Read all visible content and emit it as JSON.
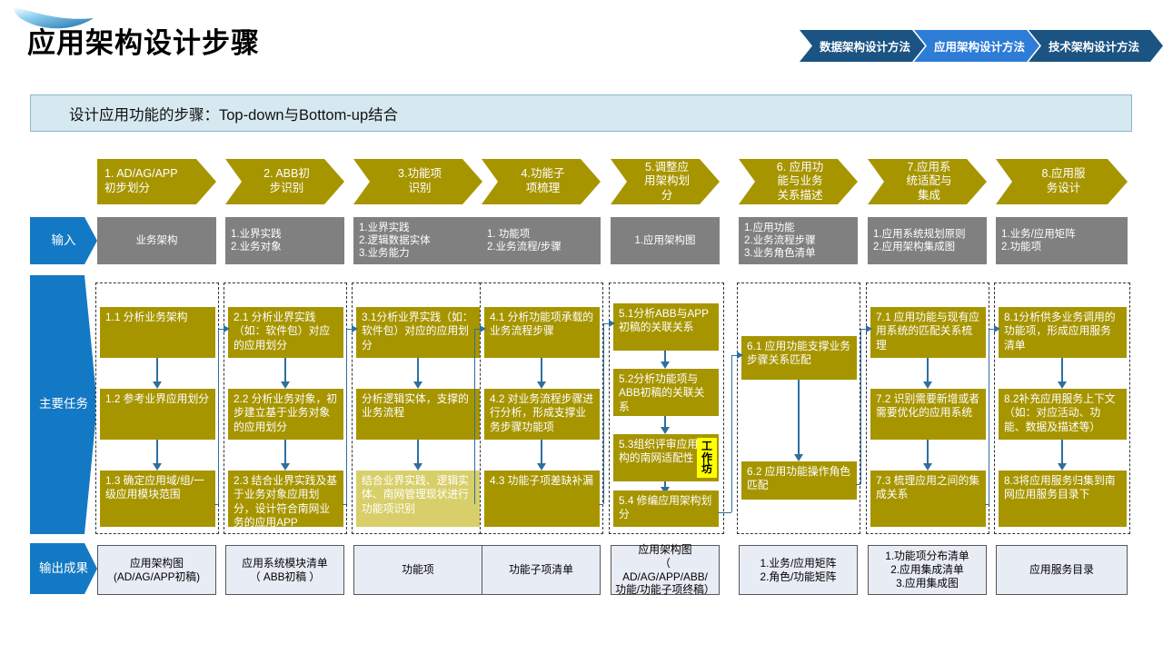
{
  "header": {
    "title": "应用架构设计步骤",
    "subtitle": "设计应用功能的步骤：Top-down与Bottom-up结合",
    "tabs": [
      {
        "label": "数据架构设计方法",
        "active": false
      },
      {
        "label": "应用架构设计方法",
        "active": true
      },
      {
        "label": "技术架构设计方法",
        "active": false
      }
    ]
  },
  "row_labels": {
    "input": "输入",
    "tasks": "主要任务",
    "output": "输出成果"
  },
  "colors": {
    "accent_blue": "#1479c4",
    "tab_dark": "#1b5383",
    "tab_active": "#2d7cd6",
    "gold": "#a79500",
    "gold_light": "#d8cf6a",
    "gray": "#808080",
    "subtitle_bg": "#d6e8f0",
    "output_bg": "#e8ecf5",
    "badge_yellow": "#ffff00",
    "connector": "#2f6f9f"
  },
  "steps": [
    {
      "title": "1. AD/AG/APP\n初步划分",
      "title_lines": [
        "1. AD/AG/APP",
        "初步划分"
      ],
      "input": [
        "业务架构"
      ],
      "tasks": [
        {
          "id": "1.1",
          "text": "1.1 分析业务架构"
        },
        {
          "id": "1.2",
          "text": "1.2 参考业界应用划分"
        },
        {
          "id": "1.3",
          "text": "1.3 确定应用域/组/一级应用模块范围"
        }
      ],
      "output": [
        "应用架构图",
        "(AD/AG/APP初稿)"
      ]
    },
    {
      "title_lines": [
        "2. ABB初",
        "步识别"
      ],
      "input": [
        "1.业界实践",
        "2.业务对象"
      ],
      "tasks": [
        {
          "id": "2.1",
          "text": "2.1 分析业界实践（如：软件包）对应的应用划分"
        },
        {
          "id": "2.2",
          "text": "2.2 分析业务对象，初步建立基于业务对象的应用划分"
        },
        {
          "id": "2.3",
          "text": "2.3 结合业界实践及基于业务对象应用划分，设计符合南网业务的应用APP"
        }
      ],
      "output": [
        "应用系统模块清单",
        "（ ABB初稿 ）"
      ]
    },
    {
      "title_lines": [
        "3.功能项",
        "识别"
      ],
      "input": [
        "1.业界实践",
        "2.逻辑数据实体",
        "3.业务能力"
      ],
      "tasks": [
        {
          "id": "3.1",
          "text": "3.1分析业界实践（如：软件包）对应的应用划分"
        },
        {
          "id": "3.2",
          "text": "分析逻辑实体，支撑的业务流程"
        },
        {
          "id": "3.3",
          "text": "结合业界实践、逻辑实体、南网管理现状进行功能项识别"
        }
      ],
      "output": [
        "功能项"
      ]
    },
    {
      "title_lines": [
        "4.功能子",
        "项梳理"
      ],
      "input": [
        "1. 功能项",
        "2.业务流程/步骤"
      ],
      "tasks": [
        {
          "id": "4.1",
          "text": "4.1 分析功能项承载的业务流程步骤"
        },
        {
          "id": "4.2",
          "text": "4.2 对业务流程步骤进行分析，形成支撑业务步骤功能项"
        },
        {
          "id": "4.3",
          "text": "4.3 功能子项差缺补漏"
        }
      ],
      "output": [
        "功能子项清单"
      ]
    },
    {
      "title_lines": [
        "5.调整应",
        "用架构划",
        "分"
      ],
      "input": [
        "1.应用架构图"
      ],
      "tasks": [
        {
          "id": "5.1",
          "text": "5.1分析ABB与APP初稿的关联关系"
        },
        {
          "id": "5.2",
          "text": "5.2分析功能项与ABB初稿的关联关系"
        },
        {
          "id": "5.3",
          "text": "5.3组织评审应用架构的南网适配性",
          "badge": "工作坊"
        },
        {
          "id": "5.4",
          "text": "5.4 修编应用架构划分"
        }
      ],
      "output": [
        "应用架构图",
        "（",
        "AD/AG/APP/ABB/",
        "功能/功能子项终稿）"
      ]
    },
    {
      "title_lines": [
        "6. 应用功",
        "能与业务",
        "关系描述"
      ],
      "input": [
        "1.应用功能",
        "2.业务流程步骤",
        "3.业务角色清单"
      ],
      "tasks": [
        {
          "id": "6.1",
          "text": "6.1 应用功能支撑业务步骤关系匹配"
        },
        {
          "id": "6.2",
          "text": "6.2 应用功能操作角色匹配"
        }
      ],
      "output": [
        "1.业务/应用矩阵",
        "2.角色/功能矩阵"
      ]
    },
    {
      "title_lines": [
        "7.应用系",
        "统适配与",
        "集成"
      ],
      "input": [
        "1.应用系统规划原则",
        "2.应用架构集成图"
      ],
      "tasks": [
        {
          "id": "7.1",
          "text": "7.1 应用功能与现有应用系统的匹配关系梳理"
        },
        {
          "id": "7.2",
          "text": "7.2 识别需要新增或者需要优化的应用系统"
        },
        {
          "id": "7.3",
          "text": "7.3 梳理应用之间的集成关系"
        }
      ],
      "output": [
        "1.功能项分布清单",
        "2.应用集成清单",
        "3.应用集成图"
      ]
    },
    {
      "title_lines": [
        "8.应用服",
        "务设计"
      ],
      "input": [
        "1.业务/应用矩阵",
        "2.功能项"
      ],
      "tasks": [
        {
          "id": "8.1",
          "text": "8.1分析供多业务调用的功能项，形成应用服务清单"
        },
        {
          "id": "8.2",
          "text": "8.2补充应用服务上下文（如：对应活动、功能、数据及描述等）"
        },
        {
          "id": "8.3",
          "text": "8.3将应用服务归集到南网应用服务目录下"
        }
      ],
      "output": [
        "应用服务目录"
      ]
    }
  ]
}
